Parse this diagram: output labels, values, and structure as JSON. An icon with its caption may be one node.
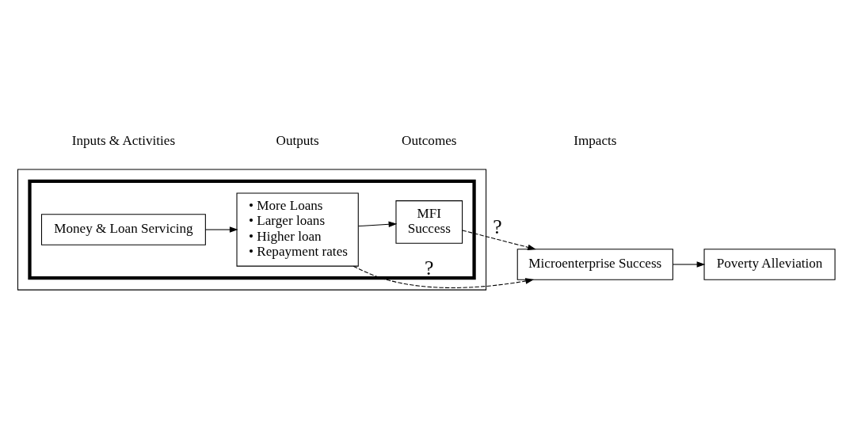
{
  "diagram": {
    "nodes": [
      {
        "text": [],
        "shape": "box"
      },
      {
        "text": [],
        "shape": "box",
        "in": 0
      },
      {
        "text": [
          "Money & Loan Servicing"
        ],
        "in": 1
      },
      {
        "text": [
          "• More Loans",
          "• Larger loans",
          "• Higher loan",
          "• Repayment rates"
        ],
        "in": 1
      },
      {
        "text": [
          "MFI",
          "Success"
        ],
        "in": 1
      },
      {
        "text": [
          "Microenterprise Success"
        ]
      },
      {
        "text": [
          "Poverty Alleviation"
        ]
      }
    ],
    "edges": [
      {
        "from": 2,
        "to": 3,
        "arrow": "to"
      },
      {
        "from": 3,
        "to": 4,
        "arrow": "to"
      },
      {
        "from": 3,
        "to": 5,
        "arrow": "to",
        "style": "dashed",
        "label": "?"
      },
      {
        "from": 4,
        "to": 5,
        "arrow": "to",
        "style": "dashed",
        "label": "?"
      },
      {
        "from": 5,
        "to": 6,
        "arrow": "to"
      }
    ],
    "labels": [
      "Inputs & Activities",
      "Outputs",
      "Outcomes",
      "Impacts"
    ]
  }
}
